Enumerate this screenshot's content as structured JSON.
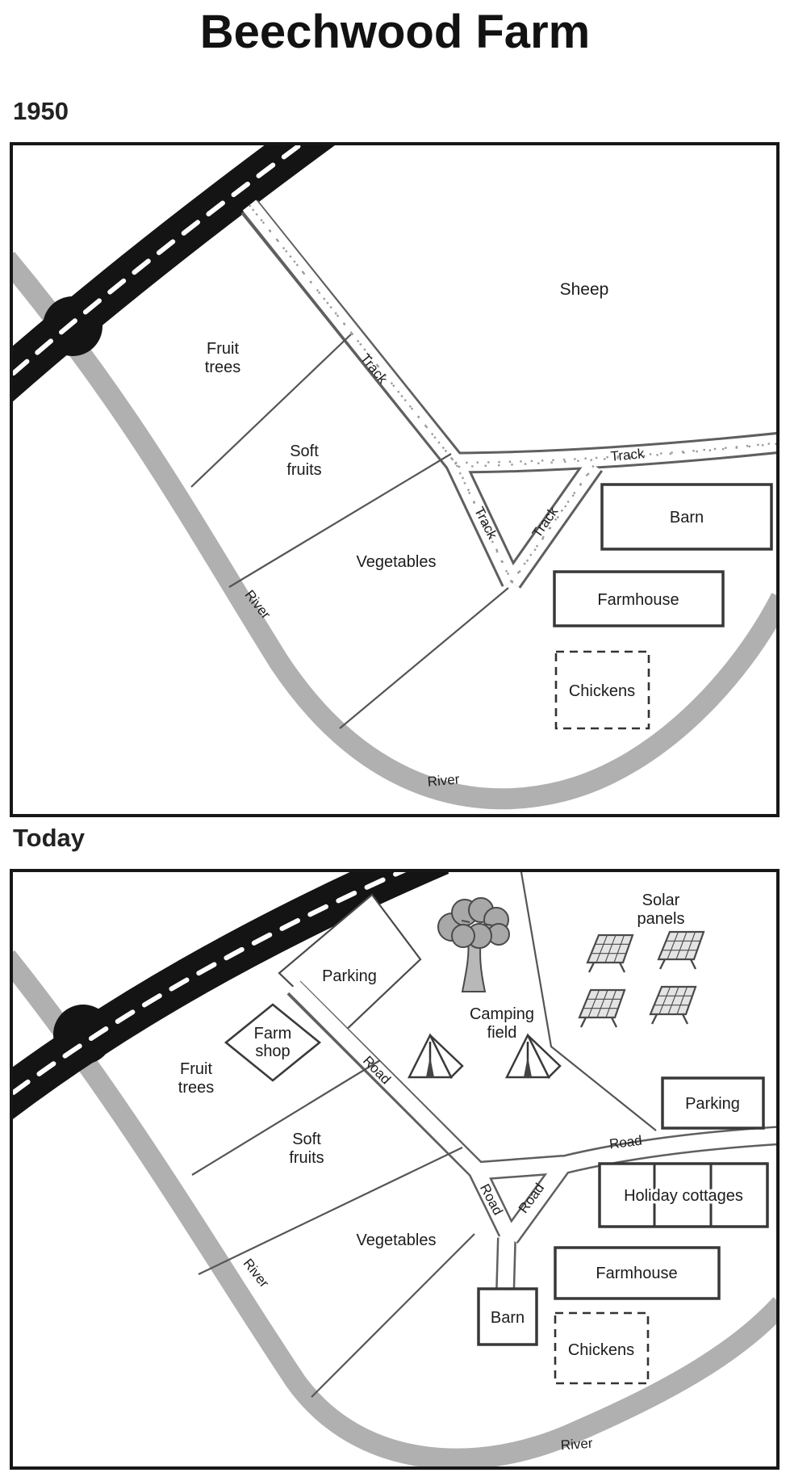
{
  "title": "Beechwood Farm",
  "colors": {
    "road_black": "#141414",
    "river_gray": "#b0b0b0",
    "track_road_fill": "#ffffff",
    "track_road_outline": "#5f5f5f",
    "text": "#1c1c1c",
    "watermark": "#ededed"
  },
  "map_1950": {
    "period": "1950",
    "areas": {
      "sheep": "Sheep",
      "fruit_trees_1": "Fruit",
      "fruit_trees_2": "trees",
      "soft_fruits_1": "Soft",
      "soft_fruits_2": "fruits",
      "vegetables": "Vegetables"
    },
    "paths": {
      "track": "Track",
      "river": "River"
    },
    "buildings": {
      "barn": "Barn",
      "farmhouse": "Farmhouse",
      "chickens": "Chickens"
    }
  },
  "map_today": {
    "period": "Today",
    "areas": {
      "fruit_trees_1": "Fruit",
      "fruit_trees_2": "trees",
      "soft_fruits_1": "Soft",
      "soft_fruits_2": "fruits",
      "vegetables": "Vegetables",
      "camping_field_1": "Camping",
      "camping_field_2": "field",
      "solar_panels_1": "Solar",
      "solar_panels_2": "panels"
    },
    "paths": {
      "road": "Road",
      "river": "River"
    },
    "buildings": {
      "farm_shop_1": "Farm",
      "farm_shop_2": "shop",
      "parking": "Parking",
      "holiday_cottages": "Holiday cottages",
      "farmhouse": "Farmhouse",
      "barn": "Barn",
      "chickens": "Chickens"
    }
  }
}
